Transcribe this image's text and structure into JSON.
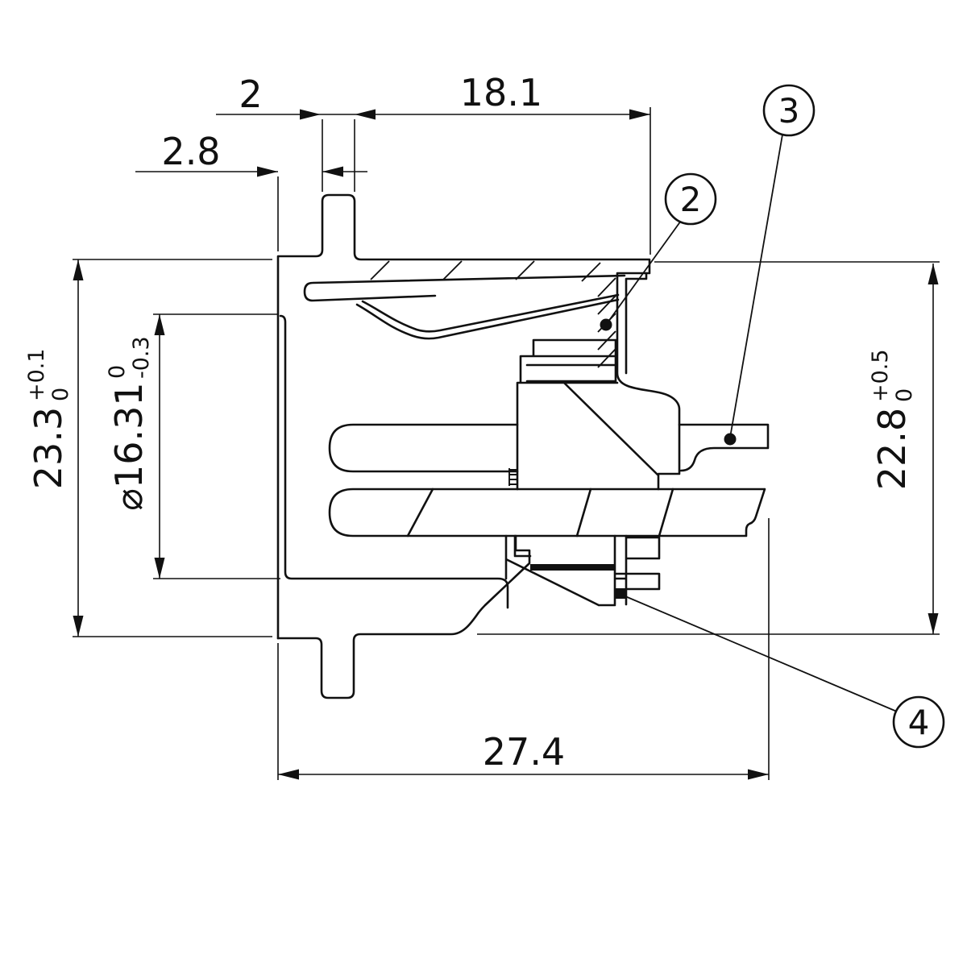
{
  "drawing": {
    "description": "Cross-section technical drawing of a panel-mount connector with dimensions and part callouts",
    "colors": {
      "line": "#111111",
      "background": "#ffffff"
    },
    "dimensions": {
      "top_tab_width": {
        "value": "2"
      },
      "flange_thickness": {
        "value": "2.8"
      },
      "body_length": {
        "value": "18.1"
      },
      "flange_height": {
        "value": "23.3",
        "tol_upper": "+0.1",
        "tol_lower": "0"
      },
      "bore_diameter": {
        "value": "⌀16.31",
        "tol_upper": "0",
        "tol_lower": "-0.3"
      },
      "body_height": {
        "value": "22.8",
        "tol_upper": "+0.5",
        "tol_lower": "0"
      },
      "overall_length": {
        "value": "27.4"
      }
    },
    "balloons": {
      "b2": {
        "label": "2"
      },
      "b3": {
        "label": "3"
      },
      "b4": {
        "label": "4"
      }
    }
  }
}
